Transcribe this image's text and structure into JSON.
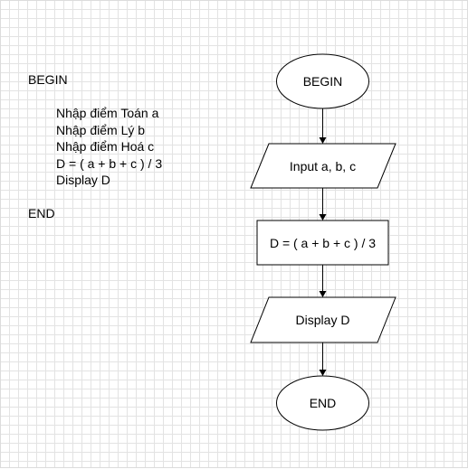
{
  "pseudocode": {
    "begin": "BEGIN",
    "steps": [
      "Nhập điểm Toán a",
      "Nhập điểm Lý b",
      "Nhập điểm Hoá c",
      "D = ( a + b + c ) / 3",
      "Display D"
    ],
    "end": "END"
  },
  "flowchart": {
    "start_label": "BEGIN",
    "input_label": "Input a, b, c",
    "process_label": "D = ( a + b + c ) / 3",
    "output_label": "Display D",
    "end_label": "END"
  }
}
